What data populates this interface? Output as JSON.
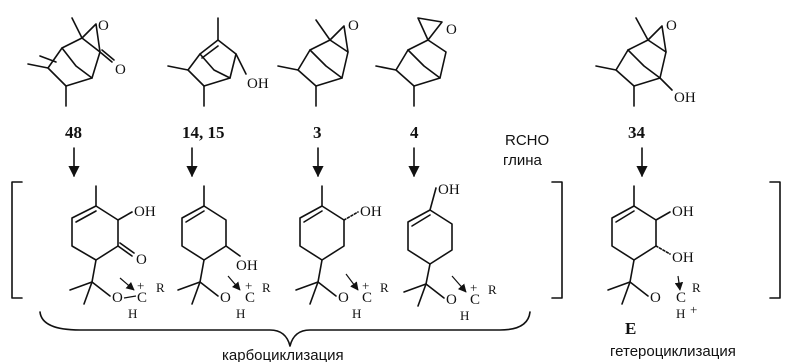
{
  "labels": {
    "c48": "48",
    "c14": "14, 15",
    "c3": "3",
    "c4": "4",
    "c34": "34",
    "cE": "E"
  },
  "reagents": {
    "line1": "RCHO",
    "line2": "глина"
  },
  "atoms": {
    "O": "O",
    "OH": "OH",
    "R": "R",
    "H": "H",
    "plus": "+"
  },
  "captions": {
    "carbo": "карбоциклизация",
    "hetero": "гетероциклизация"
  }
}
